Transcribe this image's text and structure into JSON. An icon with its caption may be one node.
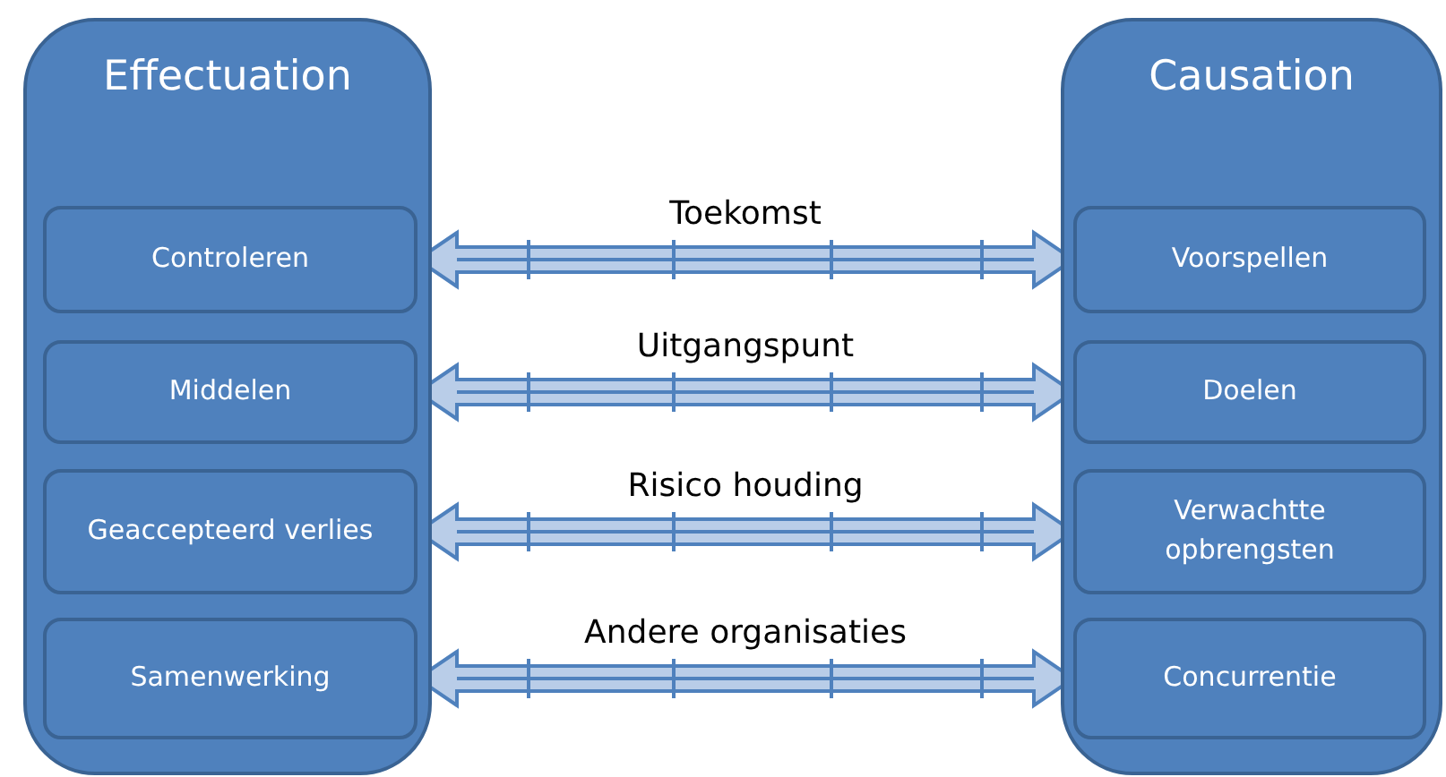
{
  "diagram": {
    "nodes": [
      {
        "text": [
          "Effectuation"
        ]
      },
      {
        "text": [
          "Controleren"
        ],
        "in": 0
      },
      {
        "text": [
          "Middelen"
        ],
        "in": 0
      },
      {
        "text": [
          "Geaccepteerd verlies"
        ],
        "in": 0
      },
      {
        "text": [
          "Samenwerking"
        ],
        "in": 0
      },
      {
        "text": [
          "Causation"
        ]
      },
      {
        "text": [
          "Voorspellen"
        ],
        "in": 5
      },
      {
        "text": [
          "Doelen"
        ],
        "in": 5
      },
      {
        "text": [
          "Verwachtte opbrengsten"
        ],
        "in": 5
      },
      {
        "text": [
          "Concurrentie"
        ],
        "in": 5
      }
    ],
    "edges": [
      {
        "from": 1,
        "to": 6,
        "arrow": "both",
        "label": "Toekomst"
      },
      {
        "from": 2,
        "to": 7,
        "arrow": "both",
        "label": "Uitgangspunt"
      },
      {
        "from": 3,
        "to": 8,
        "arrow": "both",
        "label": "Risico houding"
      },
      {
        "from": 4,
        "to": 9,
        "arrow": "both",
        "label": "Andere organisaties"
      }
    ]
  }
}
